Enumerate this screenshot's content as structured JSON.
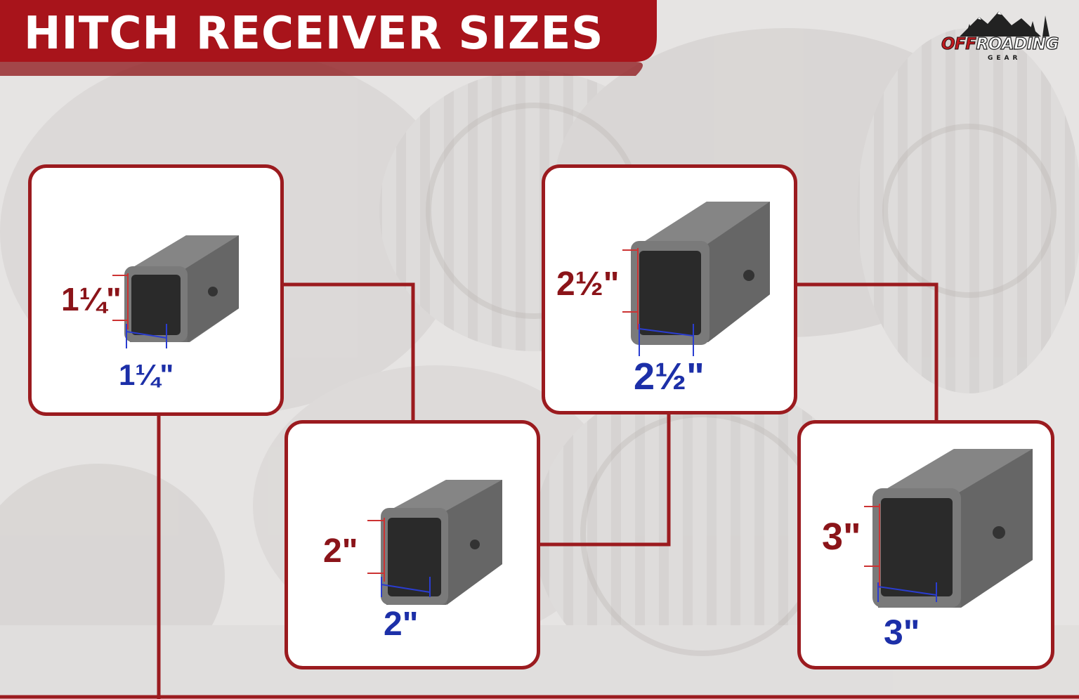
{
  "title": "HITCH RECEIVER SIZES",
  "logo": {
    "text_red": "OFF",
    "text_main": "ROADING",
    "subtext": "GEAR"
  },
  "colors": {
    "brand_red": "#9b1b1f",
    "label_red": "#8b1419",
    "label_blue": "#1c2fa8",
    "receiver_gray": "#6b6b6b"
  },
  "sizes": [
    {
      "height_label": "1¼\"",
      "width_label": "1¼\""
    },
    {
      "height_label": "2\"",
      "width_label": "2\""
    },
    {
      "height_label": "2½\"",
      "width_label": "2½\""
    },
    {
      "height_label": "3\"",
      "width_label": "3\""
    }
  ]
}
